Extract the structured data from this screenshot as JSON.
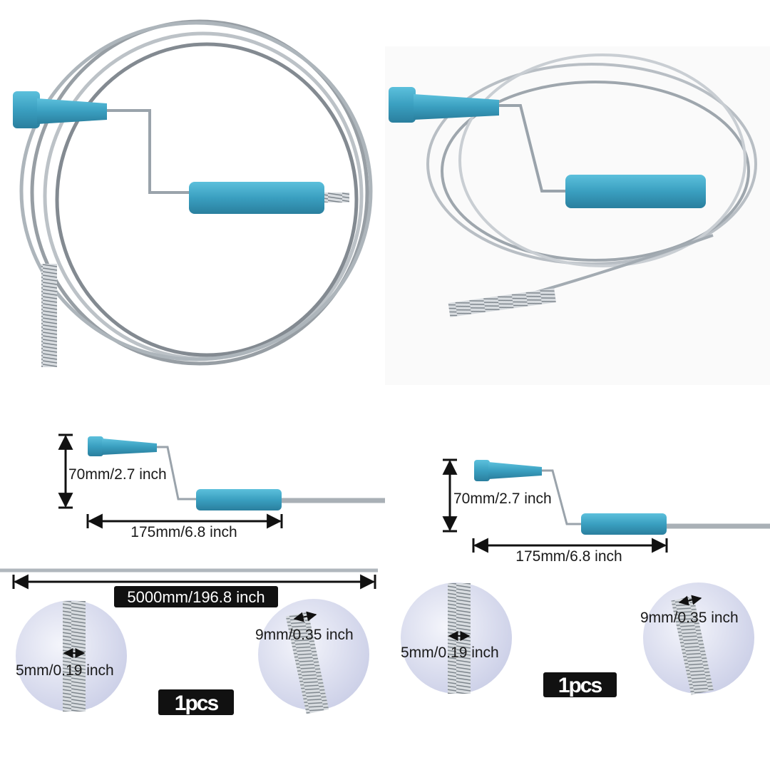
{
  "colors": {
    "handle_blue": "#3a9fc0",
    "cable_silver": "#9aa3ab",
    "label_black": "#111111",
    "detail_circle": "#dde0f0"
  },
  "panels": {
    "top_left": {
      "icon": "drain-snake-coil-photo"
    },
    "top_right": {
      "icon": "drain-snake-coil-photo"
    },
    "bottom_left": {
      "height_dim": "70mm/2.7 inch",
      "width_dim": "175mm/6.8 inch",
      "length_dim": "5000mm/196.8 inch",
      "cable_dim": "5mm/0.19 inch",
      "tip_dim": "9mm/0.35 inch",
      "quantity": "1pcs"
    },
    "bottom_right": {
      "height_dim": "70mm/2.7 inch",
      "width_dim": "175mm/6.8 inch",
      "cable_dim": "5mm/0.19 inch",
      "tip_dim": "9mm/0.35 inch",
      "quantity": "1pcs"
    }
  }
}
